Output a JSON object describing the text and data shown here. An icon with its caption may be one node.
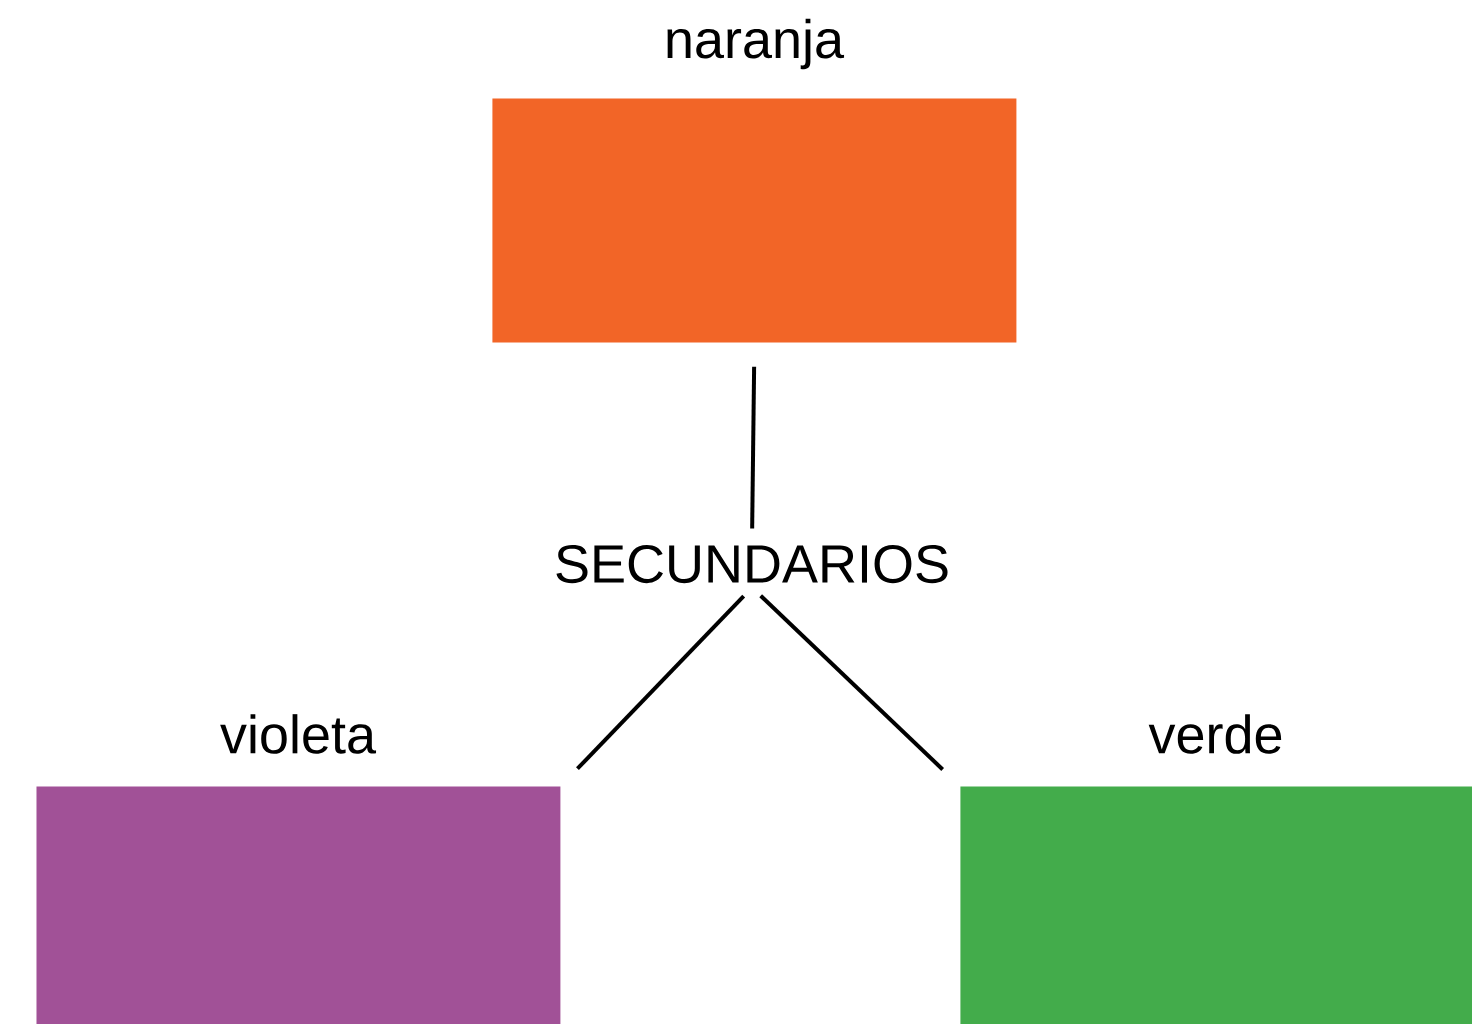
{
  "diagram": {
    "nodes": [
      {
        "text": [
          "naranja"
        ]
      },
      {
        "text": [
          "SECUNDARIOS"
        ]
      },
      {
        "text": [
          "violeta"
        ]
      },
      {
        "text": [
          "verde"
        ]
      }
    ],
    "edges": [
      {
        "from": 0,
        "to": 1,
        "arrow": "none"
      },
      {
        "from": 1,
        "to": 2,
        "arrow": "none"
      },
      {
        "from": 1,
        "to": 3,
        "arrow": "none"
      }
    ]
  }
}
